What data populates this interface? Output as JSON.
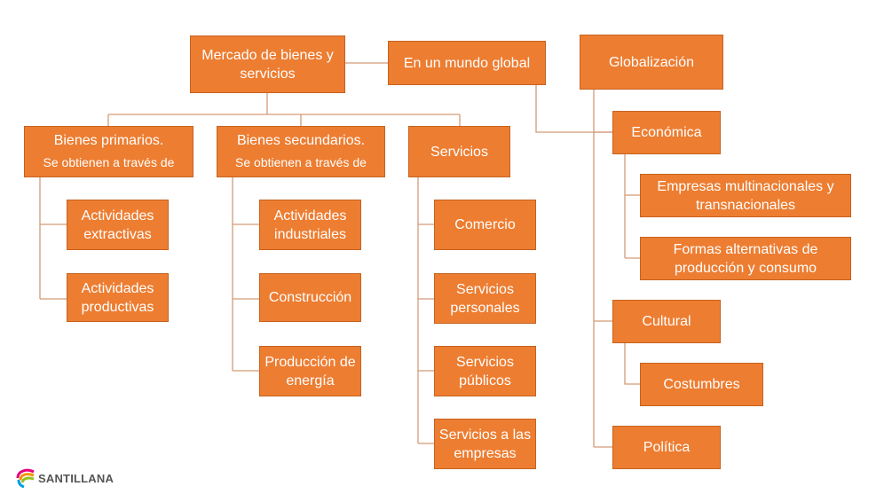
{
  "root": {
    "title": "Mercado de bienes y servicios"
  },
  "global": {
    "title": "En un mundo global"
  },
  "globalizacion": {
    "title": "Globalización",
    "economica": {
      "title": "Económica",
      "items": [
        "Empresas multinacionales y transnacionales",
        "Formas alternativas de producción y consumo"
      ]
    },
    "cultural": {
      "title": "Cultural",
      "items": [
        "Costumbres"
      ]
    },
    "politica": {
      "title": "Política"
    }
  },
  "primarios": {
    "title": "Bienes primarios.",
    "subtitle": "Se obtienen a través de",
    "items": [
      "Actividades extractivas",
      "Actividades productivas"
    ]
  },
  "secundarios": {
    "title": "Bienes secundarios.",
    "subtitle": "Se obtienen a través de",
    "items": [
      "Actividades industriales",
      "Construcción",
      "Producción de energía"
    ]
  },
  "servicios": {
    "title": "Servicios",
    "items": [
      "Comercio",
      "Servicios personales",
      "Servicios públicos",
      "Servicios a las empresas"
    ]
  },
  "logo": {
    "text": "SANTILLANA"
  },
  "colors": {
    "box": "#ED7D31",
    "line": "#D39A78"
  }
}
